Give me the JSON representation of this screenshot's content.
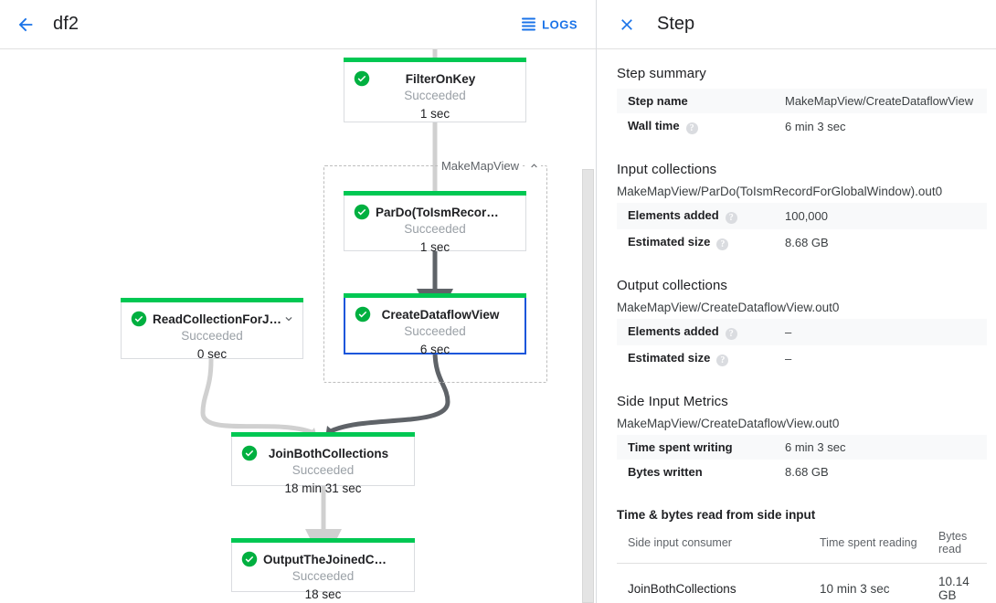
{
  "left": {
    "header": {
      "back_icon": "arrow-back-icon",
      "title": "df2",
      "logs_label": "LOGS",
      "logs_icon": "logs-list-icon"
    },
    "group": {
      "label": "MakeMapView",
      "chevron": "chevron-up-icon"
    },
    "nodes": [
      {
        "id": "filteronkey",
        "name": "FilterOnKey",
        "status": "Succeeded",
        "time": "1 sec",
        "selected": false,
        "chevron": null
      },
      {
        "id": "pardo",
        "name": "ParDo(ToIsmRecordFor…",
        "status": "Succeeded",
        "time": "1 sec",
        "selected": false,
        "chevron": null
      },
      {
        "id": "createview",
        "name": "CreateDataflowView",
        "status": "Succeeded",
        "time": "6 sec",
        "selected": true,
        "chevron": null
      },
      {
        "id": "readcollection",
        "name": "ReadCollectionForJoin",
        "status": "Succeeded",
        "time": "0 sec",
        "selected": false,
        "chevron": "chevron-down-icon"
      },
      {
        "id": "joinboth",
        "name": "JoinBothCollections",
        "status": "Succeeded",
        "time": "18 min 31 sec",
        "selected": false,
        "chevron": null
      },
      {
        "id": "outputjoined",
        "name": "OutputTheJoinedCollec…",
        "status": "Succeeded",
        "time": "18 sec",
        "selected": false,
        "chevron": null
      }
    ]
  },
  "right": {
    "header": {
      "close_icon": "close-icon",
      "title": "Step"
    },
    "step_summary": {
      "title": "Step summary",
      "rows": [
        {
          "key": "Step name",
          "value": "MakeMapView/CreateDataflowView",
          "help": false
        },
        {
          "key": "Wall time",
          "value": "6 min 3 sec",
          "help": true
        }
      ]
    },
    "input_collections": {
      "title": "Input collections",
      "collection": "MakeMapView/ParDo(ToIsmRecordForGlobalWindow).out0",
      "rows": [
        {
          "key": "Elements added",
          "value": "100,000",
          "help": true
        },
        {
          "key": "Estimated size",
          "value": "8.68 GB",
          "help": true
        }
      ]
    },
    "output_collections": {
      "title": "Output collections",
      "collection": "MakeMapView/CreateDataflowView.out0",
      "rows": [
        {
          "key": "Elements added",
          "value": "–",
          "help": true
        },
        {
          "key": "Estimated size",
          "value": "–",
          "help": true
        }
      ]
    },
    "side_input_metrics": {
      "title": "Side Input Metrics",
      "collection": "MakeMapView/CreateDataflowView.out0",
      "rows": [
        {
          "key": "Time spent writing",
          "value": "6 min 3 sec",
          "help": false
        },
        {
          "key": "Bytes written",
          "value": "8.68 GB",
          "help": false
        }
      ]
    },
    "side_input_table": {
      "title": "Time & bytes read from side input",
      "columns": [
        "Side input consumer",
        "Time spent reading",
        "Bytes read"
      ],
      "rows": [
        [
          "JoinBothCollections",
          "10 min 3 sec",
          "10.14 GB"
        ]
      ]
    }
  },
  "colors": {
    "accent_blue": "#1a73e8",
    "selected_border": "#1a56db",
    "success_green": "#00c853",
    "edge_light": "#d0d0d0",
    "edge_dark": "#5f6368"
  }
}
